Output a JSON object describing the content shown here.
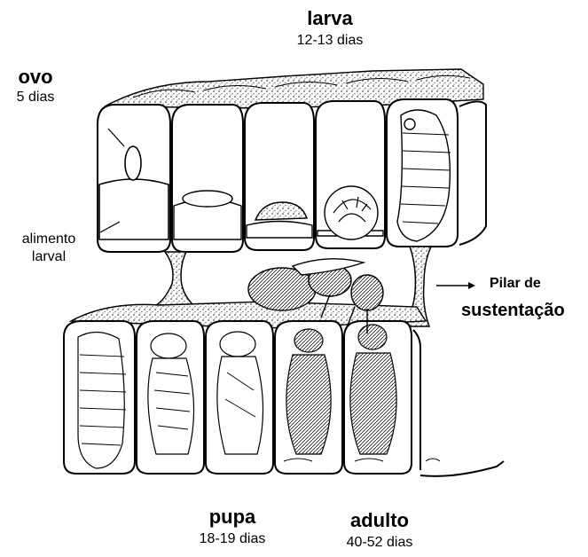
{
  "labels": {
    "larva_title": "larva",
    "larva_days": "12-13 dias",
    "ovo_title": "ovo",
    "ovo_days": "5 dias",
    "alimento_line1": "alimento",
    "alimento_line2": "larval",
    "pilar_line1": "Pilar de",
    "pilar_line2": "sustentação",
    "pupa_title": "pupa",
    "pupa_days": "18-19 dias",
    "adulto_title": "adulto",
    "adulto_days": "40-52 dias"
  },
  "colors": {
    "ink": "#000000",
    "paper": "#ffffff",
    "wax_stipple": "#9a9a9a"
  }
}
